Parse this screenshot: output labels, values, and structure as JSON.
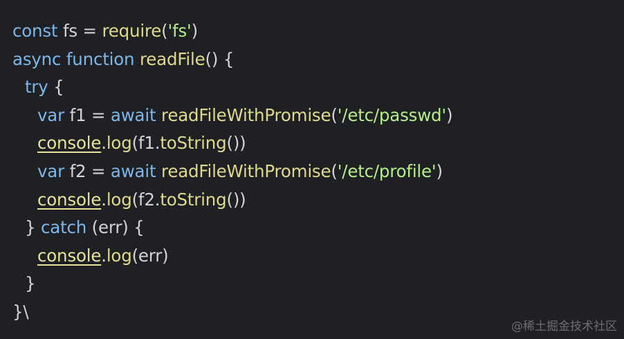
{
  "code": {
    "line1": {
      "t1": "const",
      "t2": " fs = ",
      "t3": "require",
      "t4": "(",
      "t5": "'fs'",
      "t6": ")"
    },
    "line2": {
      "t1": "async",
      "t2": " ",
      "t3": "function",
      "t4": " ",
      "t5": "readFile",
      "t6": "() {"
    },
    "line3": {
      "t1": "try",
      "t2": " {"
    },
    "line4": {
      "t1": "var",
      "t2": " f1 = ",
      "t3": "await",
      "t4": " ",
      "t5": "readFileWithPromise",
      "t6": "(",
      "t7": "'/etc/passwd'",
      "t8": ")"
    },
    "line5": {
      "t1": "console",
      "t2": ".",
      "t3": "log",
      "t4": "(f1.",
      "t5": "toString",
      "t6": "())"
    },
    "line6": {
      "t1": "var",
      "t2": " f2 = ",
      "t3": "await",
      "t4": " ",
      "t5": "readFileWithPromise",
      "t6": "(",
      "t7": "'/etc/profile'",
      "t8": ")"
    },
    "line7": {
      "t1": "console",
      "t2": ".",
      "t3": "log",
      "t4": "(f2.",
      "t5": "toString",
      "t6": "())"
    },
    "line8": {
      "t1": "} ",
      "t2": "catch",
      "t3": " (err) {"
    },
    "line9": {
      "t1": "console",
      "t2": ".",
      "t3": "log",
      "t4": "(err)"
    },
    "line10": {
      "t1": "}"
    },
    "line11": {
      "t1": "}\\"
    }
  },
  "watermark": "@稀土掘金技术社区",
  "colors": {
    "background": "#1f2023",
    "keyword": "#7eb6ea",
    "function": "#e0d98c",
    "string": "#b5ee8a",
    "plain": "#d4d4d4"
  }
}
